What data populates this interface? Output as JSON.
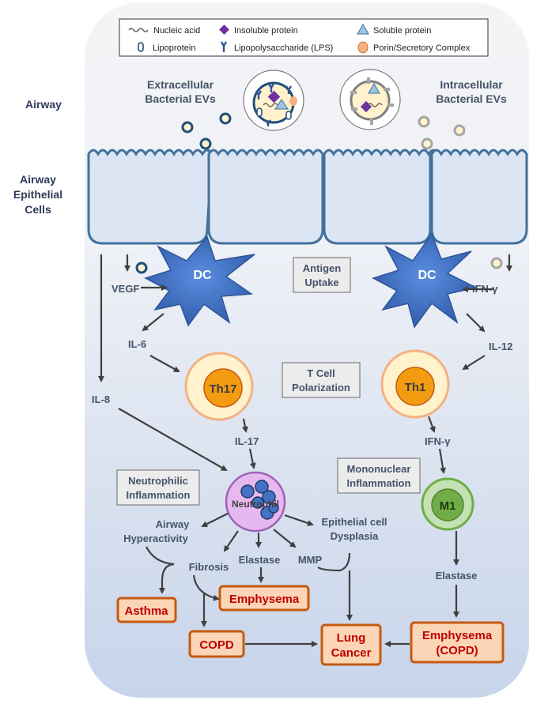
{
  "legend": {
    "nucleic_acid": "Nucleic acid",
    "insoluble_protein": "Insoluble protein",
    "soluble_protein": "Soluble protein",
    "lipoprotein": "Lipoprotein",
    "lps": "Lipopolysaccharide (LPS)",
    "porin": "Porin/Secretory Complex"
  },
  "side_labels": {
    "airway": "Airway",
    "epithelial_1": "Airway",
    "epithelial_2": "Epithelial",
    "epithelial_3": "Cells"
  },
  "evs": {
    "extra_1": "Extracellular",
    "extra_2": "Bacterial EVs",
    "intra_1": "Intracellular",
    "intra_2": "Bacterial EVs"
  },
  "cells": {
    "dc_left": "DC",
    "dc_right": "DC",
    "th17": "Th17",
    "th1": "Th1",
    "neutrophil": "Neutrophil",
    "m1": "M1"
  },
  "boxes": {
    "antigen_1": "Antigen",
    "antigen_2": "Uptake",
    "tcell_1": "T Cell",
    "tcell_2": "Polarization",
    "neutro_1": "Neutrophilic",
    "neutro_2": "Inflammation",
    "mono_1": "Mononuclear",
    "mono_2": "Inflammation"
  },
  "mediators": {
    "vegf": "VEGF",
    "il6": "IL-6",
    "il8": "IL-8",
    "il17": "IL-17",
    "ifng_top": "IFN-γ",
    "il12": "IL-12",
    "ifng_mid": "IFN-γ",
    "airway_hyper_1": "Airway",
    "airway_hyper_2": "Hyperactivity",
    "fibrosis": "Fibrosis",
    "elastase_left": "Elastase",
    "mmp": "MMP",
    "dysplasia_1": "Epithelial cell",
    "dysplasia_2": "Dysplasia",
    "elastase_right": "Elastase"
  },
  "outcomes": {
    "asthma": "Asthma",
    "emphysema": "Emphysema",
    "copd": "COPD",
    "lung_cancer_1": "Lung",
    "lung_cancer_2": "Cancer",
    "emphysema_copd_1": "Emphysema",
    "emphysema_copd_2": "(COPD)"
  },
  "colors": {
    "epithelium_fill": "#dbe5f3",
    "epithelium_stroke": "#41719c",
    "dc": "#4472c4",
    "th_outer": "#fff2cc",
    "th_inner": "#f39c12",
    "neutrophil_fill": "#e6b8f0",
    "m1_fill": "#70ad47",
    "outcome_fill": "#fbd5b5",
    "outcome_stroke": "#c55a11"
  }
}
